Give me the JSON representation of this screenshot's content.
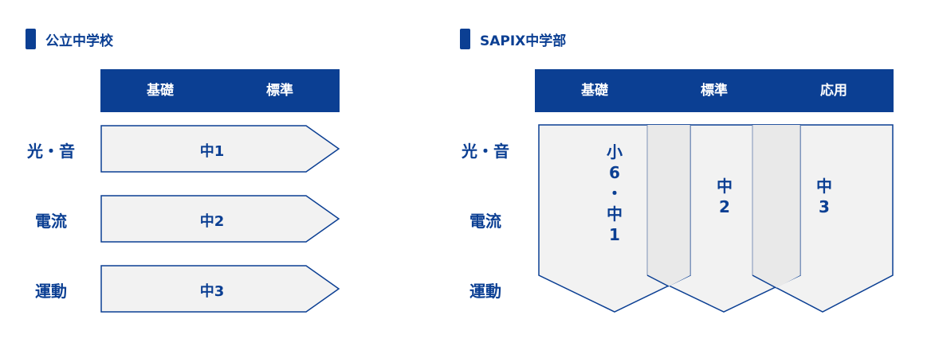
{
  "left": {
    "title": "公立中学校",
    "columns": [
      "基礎",
      "標準"
    ],
    "rows": [
      {
        "label": "光・音",
        "grade": "中1"
      },
      {
        "label": "電流",
        "grade": "中2"
      },
      {
        "label": "運動",
        "grade": "中3"
      }
    ]
  },
  "right": {
    "title": "SAPIX中学部",
    "columns": [
      "基礎",
      "標準",
      "応用"
    ],
    "rows": [
      "光・音",
      "電流",
      "運動"
    ],
    "grades": [
      "小\n6\n・\n中\n1",
      "中\n2",
      "中\n3"
    ]
  },
  "colors": {
    "primary": "#0b3f93",
    "fill": "#f2f2f2"
  }
}
